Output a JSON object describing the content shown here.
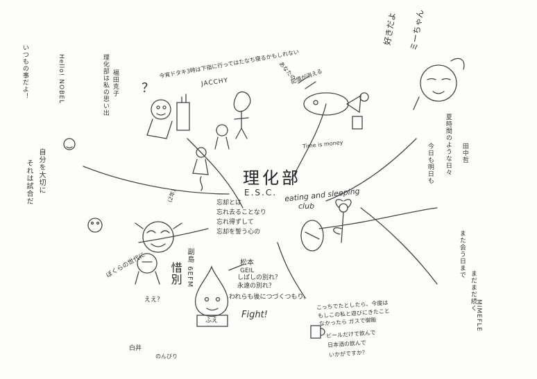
{
  "center": {
    "title": "理化部",
    "subtitle": "E.S.C.",
    "tagline_line1": "eating and sleeping",
    "tagline_line2": "club"
  },
  "top_left_note": {
    "line1": "今宵ドタキ3時は下宿に行ってはたなち寝るかもしれない",
    "line2": "JACCHY"
  },
  "center_left_note": {
    "line1": "忘却とは",
    "line2": "忘れ去ることなり",
    "line3": "忘れ得ずして",
    "line4": "忘却を誓う心の"
  },
  "farewell": {
    "label": "惜別",
    "name": "副島 6EFM",
    "sub_name": "松本",
    "sub_name2": "GEIL",
    "question1": "しばしの別れ？",
    "question2": "永遠の別れ？",
    "closing": "われらも後につづくつもり。",
    "fight": "Fight!",
    "face_label": "ふえ"
  },
  "bottom_right_note": {
    "line1": "こっちでたとしたら、今度は",
    "line2": "もしこの私と遊びにきたこと",
    "line3": "なかったら ガスで御飯",
    "line4": "ビールだけで飲んで",
    "line5": "日本酒の飲んで",
    "line6": "いかがですか？"
  },
  "top_middle_note": {
    "line1": "あなたの",
    "line2": "記憶が消える",
    "line3": "Time is money"
  },
  "top_right_note": {
    "line1": "好きだよ",
    "line2": "ミーちゃん"
  },
  "left_notes": {
    "col1": "いつもの事だよ！",
    "col2": "Hello! NOBEL",
    "col3": "理化部は私の思い出",
    "col4": "福田克子",
    "col5": "自分を大切に",
    "col6": "それは試合だ"
  },
  "right_notes": {
    "col1": "夏時間のような日々",
    "col2": "今日も明日も",
    "col3": "田中哲",
    "col4": "また会う日まで",
    "col5": "まだまだ続く",
    "col6": "MIMEFLE"
  },
  "question_mark": "？",
  "ee": "ええ？",
  "small_tags": {
    "tag1": "(2年)",
    "tag2": "ぼくらの世代に",
    "tag3": "白井",
    "tag4": "のんびり"
  }
}
